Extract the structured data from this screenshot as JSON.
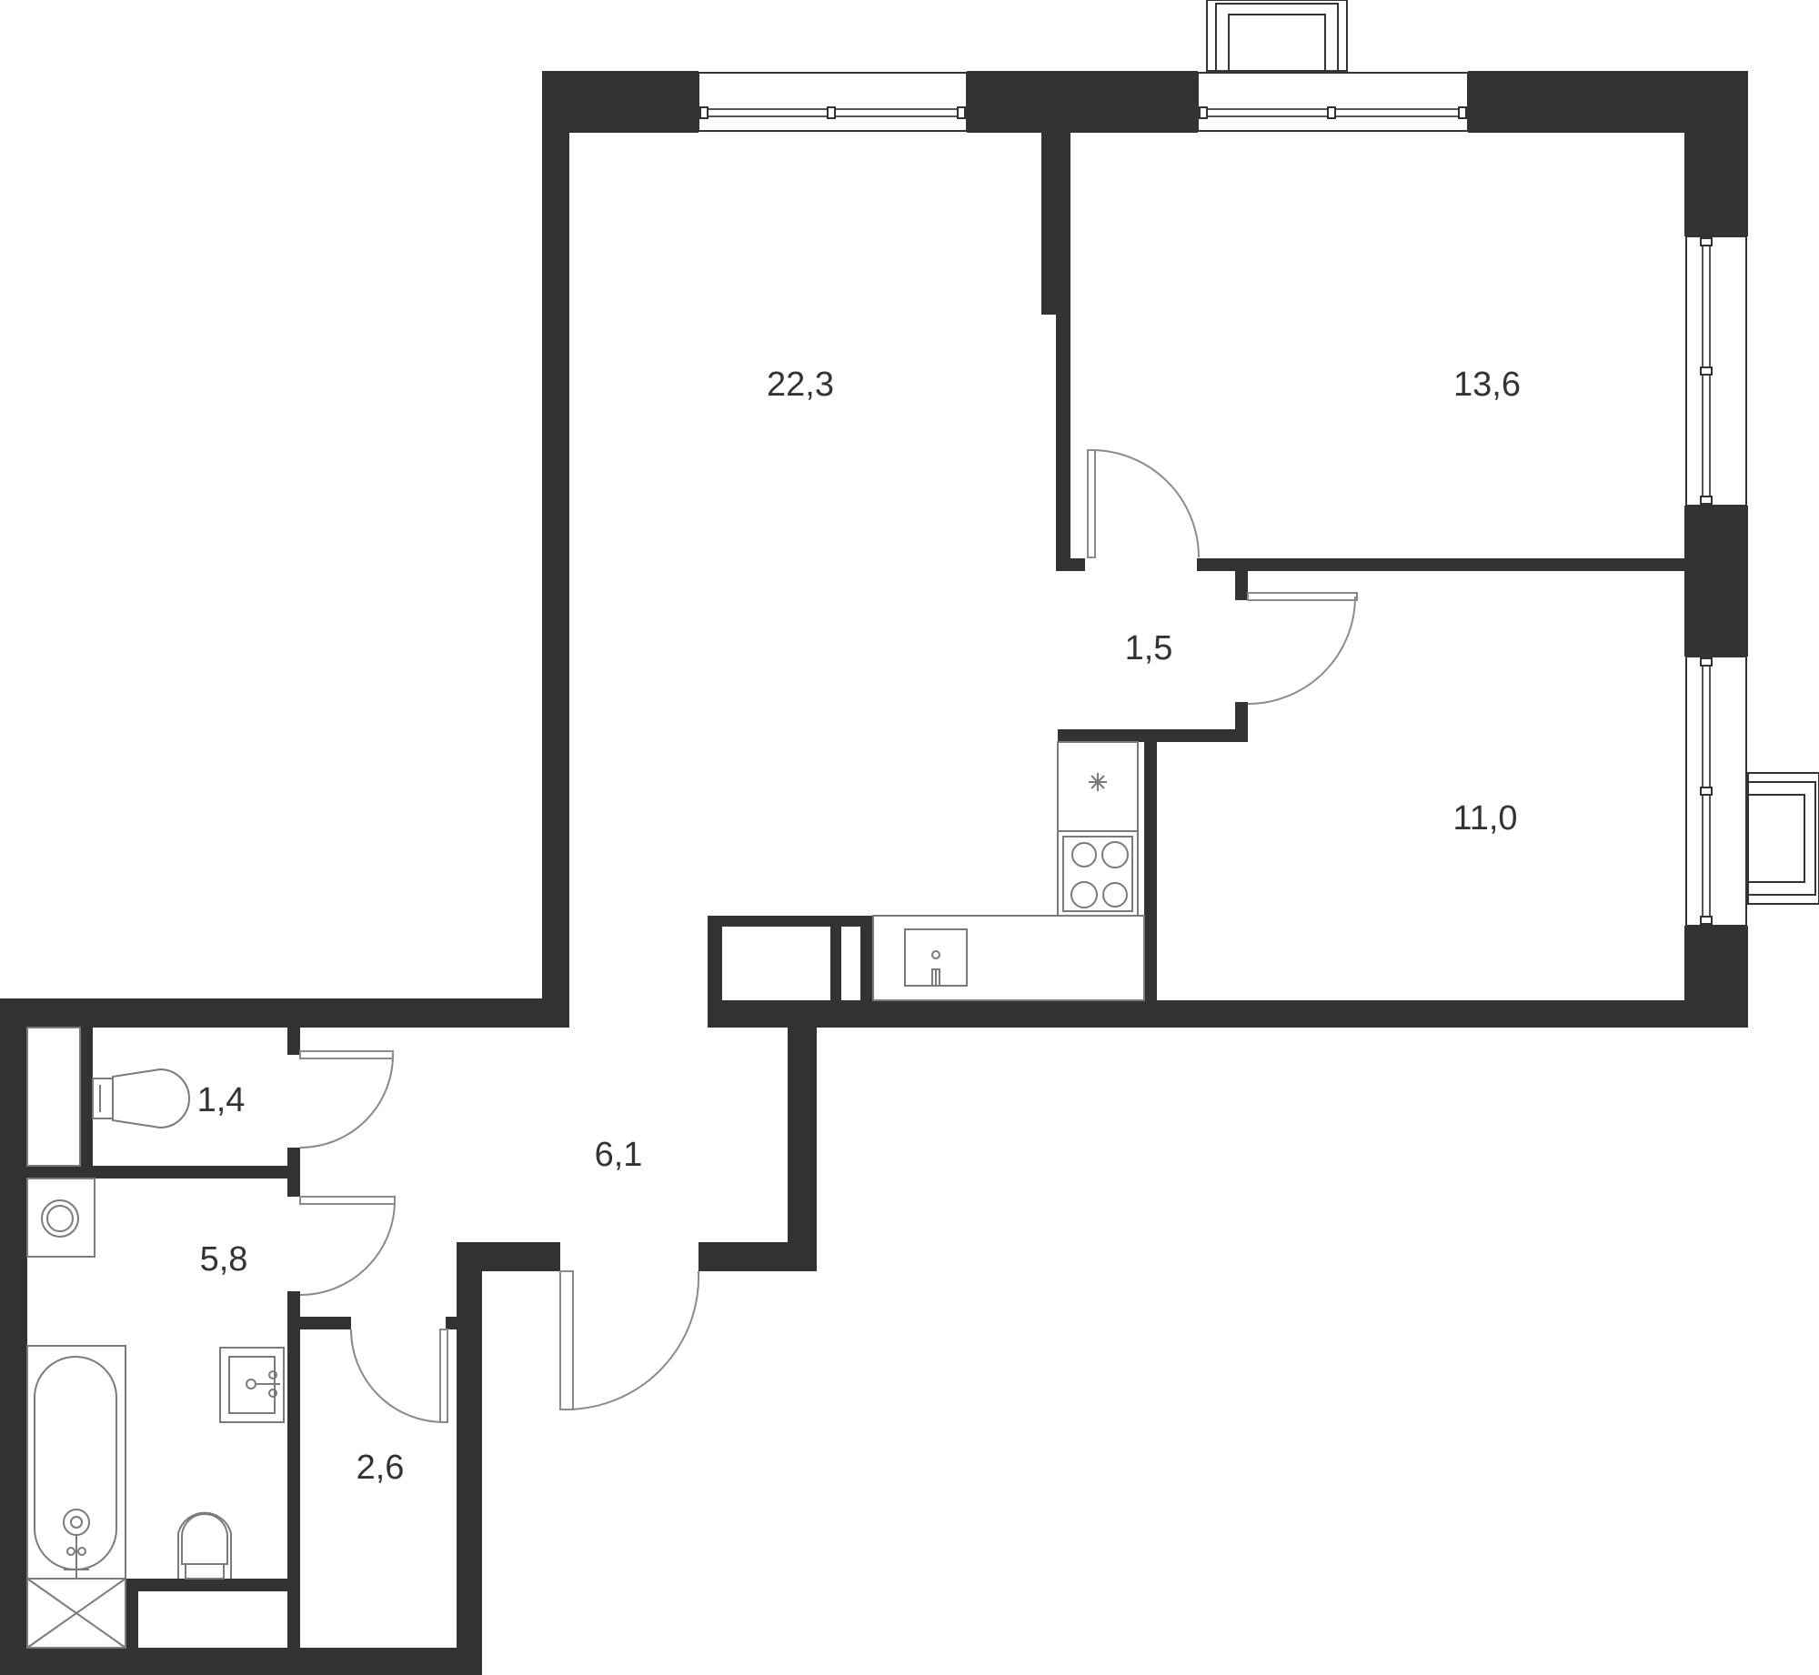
{
  "rooms": [
    {
      "key": "living",
      "area": "22,3"
    },
    {
      "key": "bedroom_1",
      "area": "13,6"
    },
    {
      "key": "corridor",
      "area": "1,5"
    },
    {
      "key": "bedroom_2",
      "area": "11,0"
    },
    {
      "key": "toilet",
      "area": "1,4"
    },
    {
      "key": "hall",
      "area": "6,1"
    },
    {
      "key": "bathroom",
      "area": "5,8"
    },
    {
      "key": "storage",
      "area": "2,6"
    }
  ],
  "colors": {
    "wall": "#333333",
    "fixture": "#7a7a7a",
    "background": "#ffffff"
  }
}
